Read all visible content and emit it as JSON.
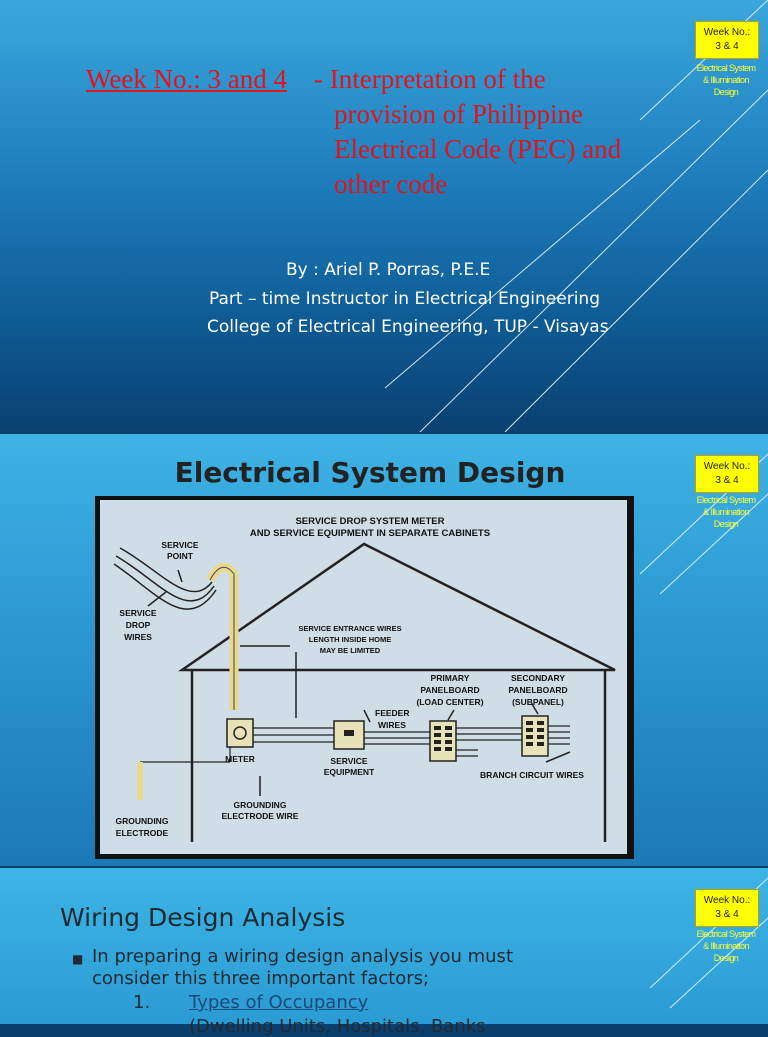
{
  "slide1": {
    "week_label": "Week No.: 3 and 4",
    "title_lines": [
      "- Interpretation of the",
      "provision of Philippine",
      "Electrical Code (PEC) and",
      "other code"
    ],
    "author": "By : Ariel P. Porras, P.E.E",
    "position": "Part – time Instructor in Electrical Engineering",
    "college": "College of Electrical Engineering, TUP - Visayas"
  },
  "badge": {
    "line1": "Week No.:",
    "line2": "3 &  4"
  },
  "course_tag": [
    "Electrical System",
    "& Illumination",
    "Design"
  ],
  "slide2": {
    "title": "Electrical System Design",
    "diagram": {
      "header_line1": "SERVICE DROP SYSTEM METER",
      "header_line2": "AND SERVICE EQUIPMENT IN SEPARATE CABINETS",
      "service_point": [
        "SERVICE",
        "POINT"
      ],
      "service_drop": [
        "SERVICE",
        "DROP",
        "WIRES"
      ],
      "entrance_wires": [
        "SERVICE ENTRANCE WIRES",
        "LENGTH INSIDE HOME",
        "MAY BE LIMITED"
      ],
      "primary_panel": [
        "PRIMARY",
        "PANELBOARD",
        "(LOAD CENTER)"
      ],
      "secondary_panel": [
        "SECONDARY",
        "PANELBOARD",
        "(SUBPANEL)"
      ],
      "feeder_wires": [
        "FEEDER",
        "WIRES"
      ],
      "meter": "METER",
      "service_equipment": [
        "SERVICE",
        "EQUIPMENT"
      ],
      "branch_wires": "BRANCH CIRCUIT WIRES",
      "grounding_wire": [
        "GROUNDING",
        "ELECTRODE WIRE"
      ],
      "grounding_electrode": [
        "GROUNDING",
        "ELECTRODE"
      ]
    }
  },
  "slide3": {
    "title": "Wiring Design Analysis",
    "bullet_line1": "In preparing a wiring design analysis you must",
    "bullet_line2": "consider this three important factors;",
    "item_number": "1.",
    "item_label": "Types of Occupancy",
    "item_sub": "(Dwelling Units, Hospitals, Banks"
  },
  "colors": {
    "title_red": "#e0141e",
    "badge_yellow": "#ffff00",
    "tag_yellow": "#ffff33"
  }
}
